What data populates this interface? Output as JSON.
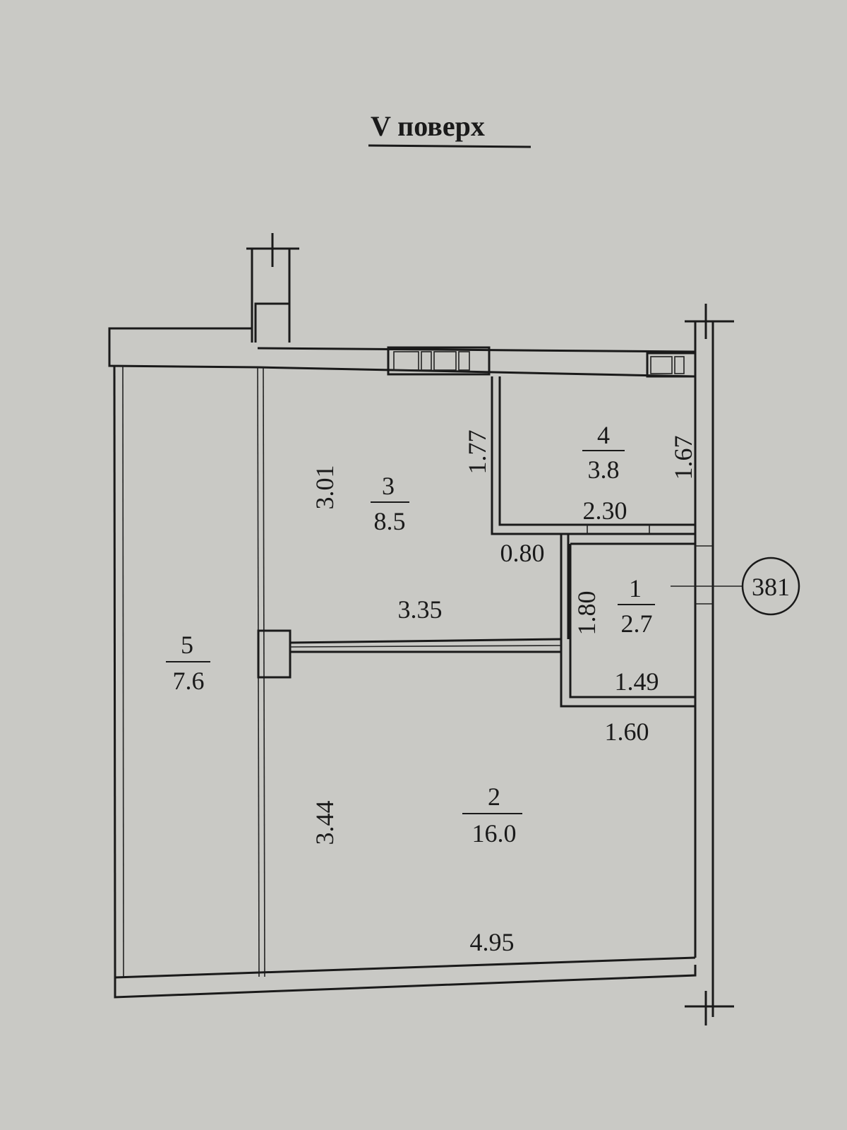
{
  "title": "V  поверх",
  "rooms": [
    {
      "number": "1",
      "area": "2.7"
    },
    {
      "number": "2",
      "area": "16.0"
    },
    {
      "number": "3",
      "area": "8.5"
    },
    {
      "number": "4",
      "area": "3.8"
    },
    {
      "number": "5",
      "area": "7.6"
    }
  ],
  "dimensions": {
    "room3_height": "3.01",
    "room3_width": "3.35",
    "corridor_height": "1.77",
    "room4_width": "2.30",
    "room4_height": "1.67",
    "door_width": "0.80",
    "room1_height": "1.80",
    "room1_width": "1.49",
    "room1_outer_width": "1.60",
    "room2_height": "3.44",
    "room2_width": "4.95"
  },
  "apartment_marker": "381",
  "colors": {
    "paper": "#c9c9c5",
    "ink": "#1a1a1a"
  }
}
